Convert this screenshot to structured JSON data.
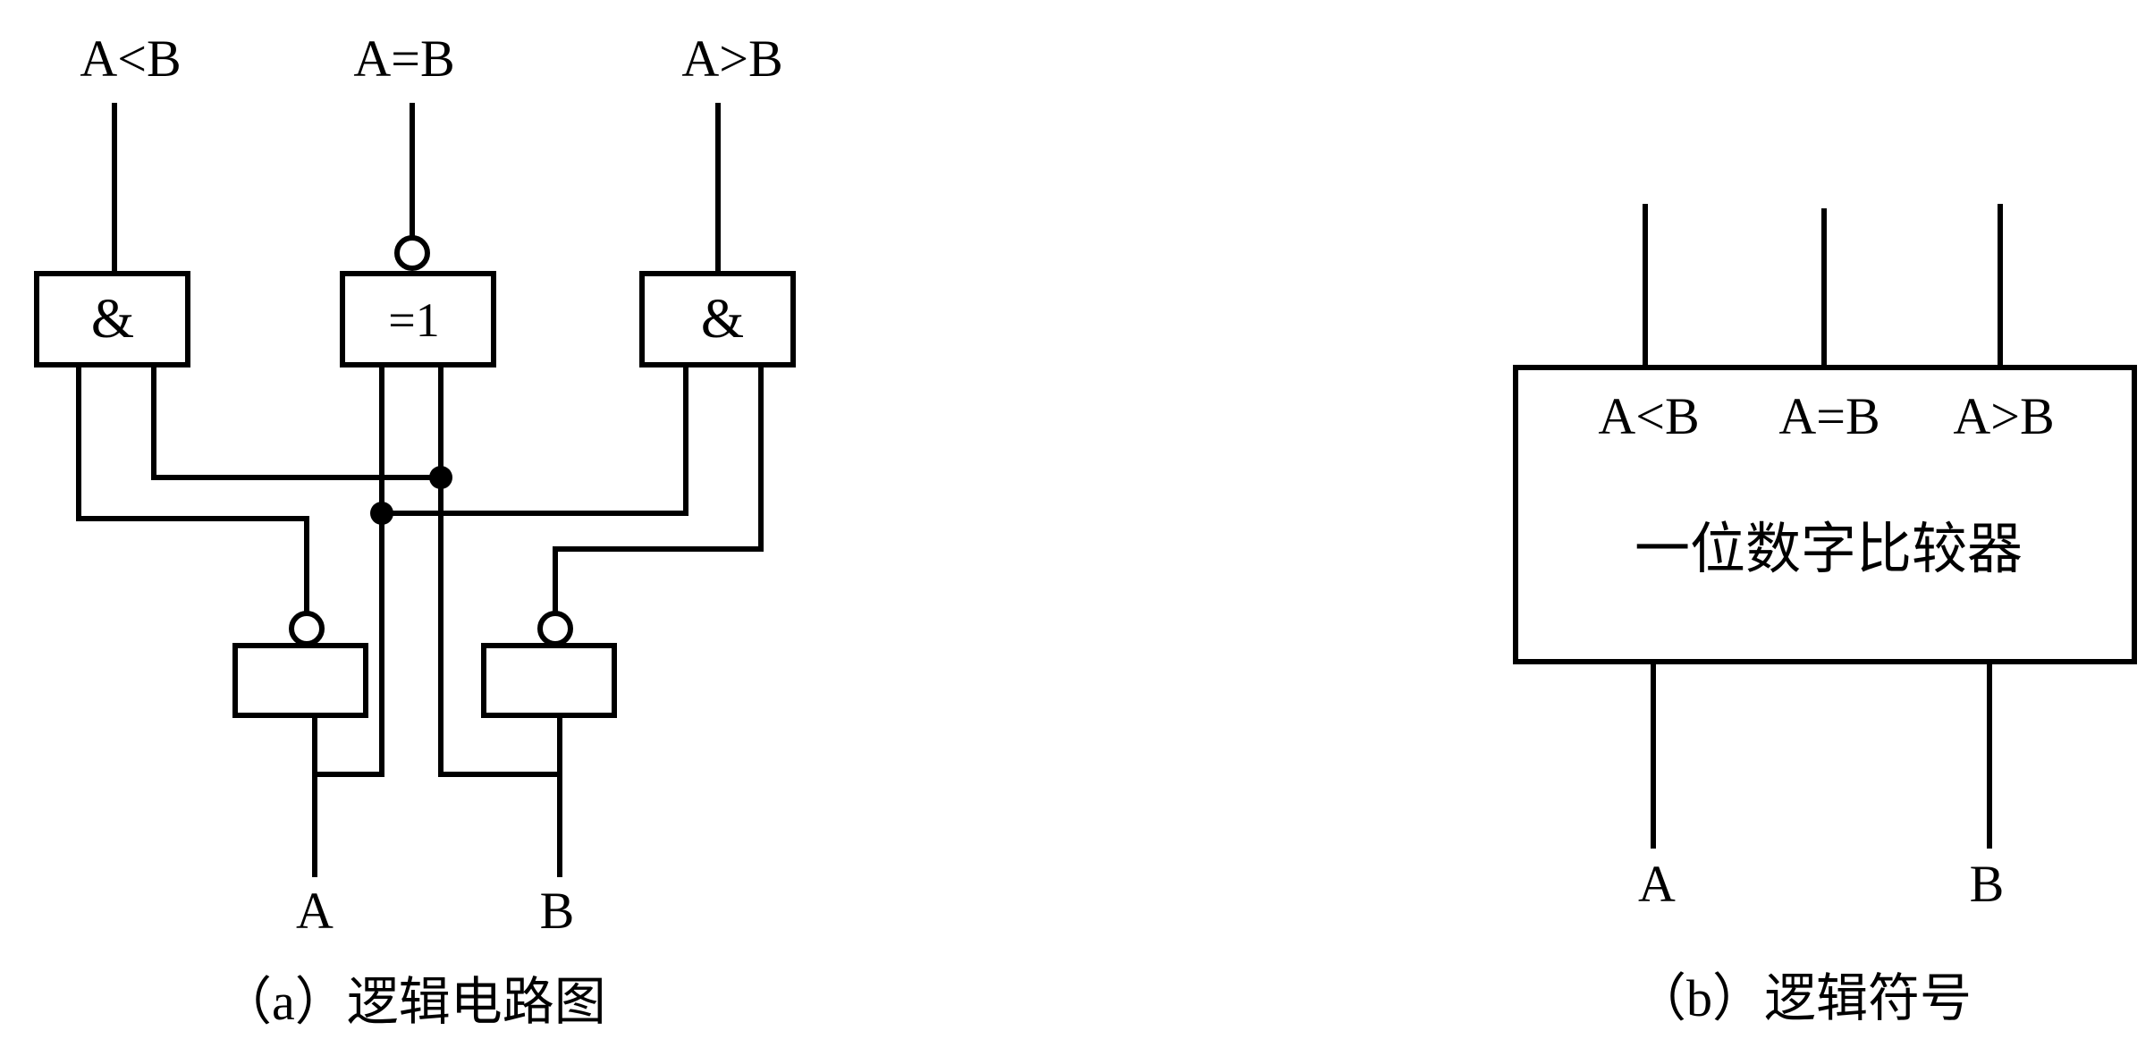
{
  "circuit": {
    "outputs": {
      "less": "A<B",
      "equal": "A=B",
      "greater": "A>B"
    },
    "gates": {
      "and_left": "&",
      "xnor": "=1",
      "and_right": "&"
    },
    "inputs": {
      "a": "A",
      "b": "B"
    },
    "caption": "（a）逻辑电路图"
  },
  "symbol": {
    "pins": {
      "less": "A<B",
      "equal": "A=B",
      "greater": "A>B"
    },
    "title": "一位数字比较器",
    "inputs": {
      "a": "A",
      "b": "B"
    },
    "caption": "（b）逻辑符号"
  }
}
